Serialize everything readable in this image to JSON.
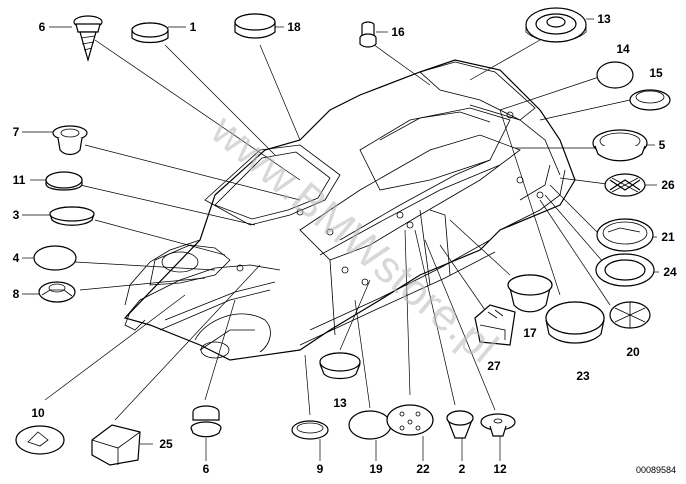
{
  "watermark": "www.BMWstore.pl",
  "reference_number": "00089584",
  "callouts": {
    "c6a": "6",
    "c1": "1",
    "c18": "18",
    "c16": "16",
    "c13a": "13",
    "c14": "14",
    "c15": "15",
    "c7": "7",
    "c5": "5",
    "c11": "11",
    "c26": "26",
    "c3": "3",
    "c21": "21",
    "c4": "4",
    "c24": "24",
    "c8": "8",
    "c17": "17",
    "c20": "20",
    "c27": "27",
    "c23": "23",
    "c13b": "13",
    "c10": "10",
    "c25": "25",
    "c6b": "6",
    "c9": "9",
    "c19": "19",
    "c22": "22",
    "c2": "2",
    "c12": "12"
  }
}
